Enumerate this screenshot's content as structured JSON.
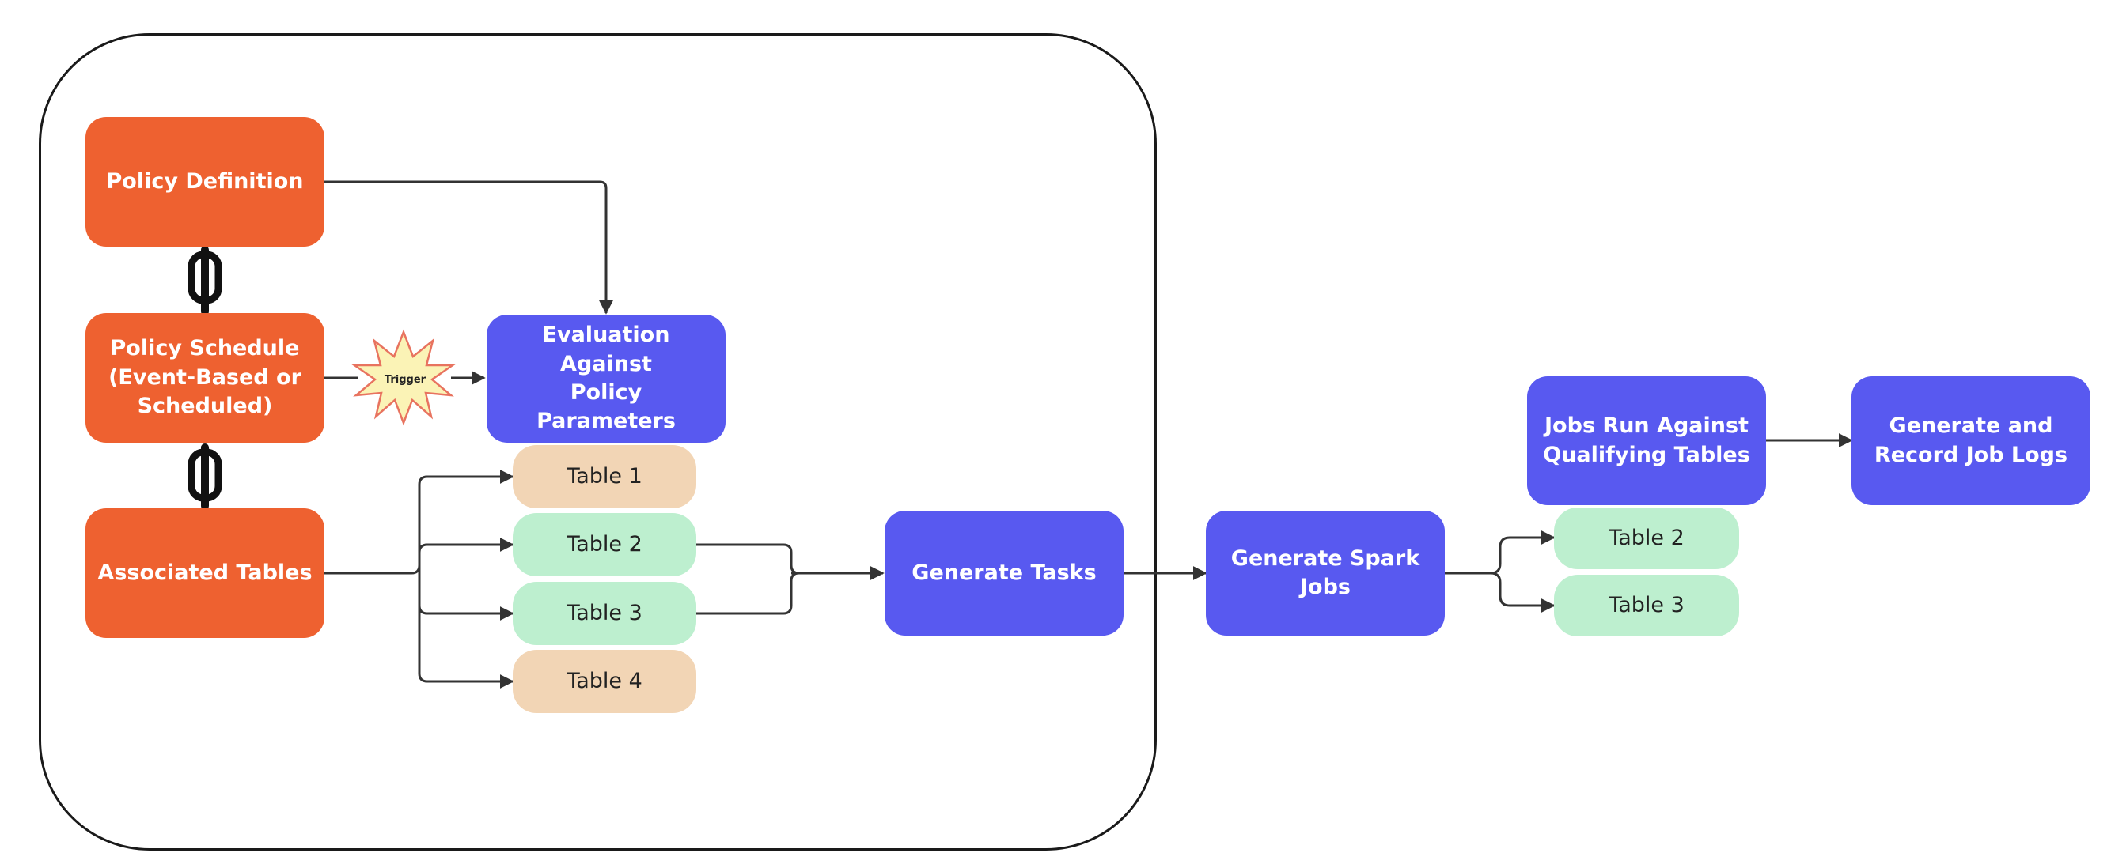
{
  "nodes": {
    "policy_definition": "Policy Definition",
    "policy_schedule": "Policy Schedule\n(Event-Based or\nScheduled)",
    "associated_tables": "Associated Tables",
    "evaluation": "Evaluation Against\nPolicy Parameters",
    "generate_tasks": "Generate Tasks",
    "generate_spark_jobs": "Generate Spark Jobs",
    "jobs_run": "Jobs Run Against\nQualifying Tables",
    "generate_logs": "Generate and\nRecord Job Logs"
  },
  "tables_left": [
    "Table 1",
    "Table 2",
    "Table 3",
    "Table 4"
  ],
  "tables_right": [
    "Table 2",
    "Table 3"
  ],
  "trigger": "Trigger",
  "colors": {
    "orange": "#ee6130",
    "blue": "#5859f0",
    "peach": "#f2d5b5",
    "green": "#bdefcf",
    "burst_fill": "#fbf3b6",
    "burst_stroke": "#e8735f",
    "line": "#333333"
  }
}
